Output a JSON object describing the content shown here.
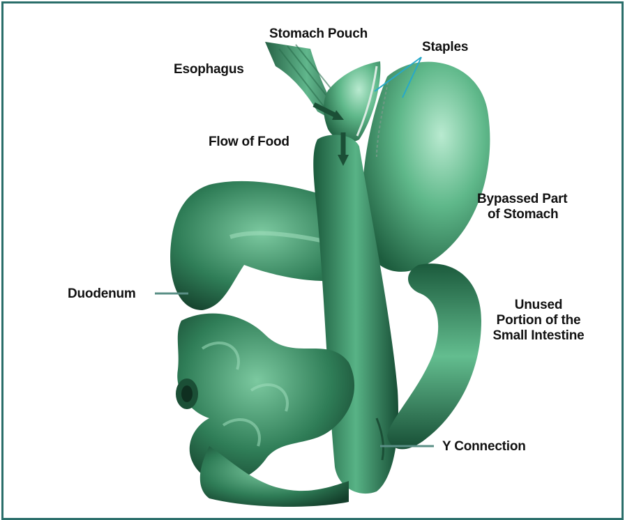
{
  "colors": {
    "frame": "#2a6e6a",
    "organ_dark": "#1c5a3c",
    "organ_mid": "#3e9a6e",
    "organ_light": "#a8e0bf",
    "leader_grey": "#5a8f86",
    "staples_blue": "#27a9c9"
  },
  "labels": {
    "stomach_pouch": "Stomach Pouch",
    "staples": "Staples",
    "esophagus": "Esophagus",
    "flow_of_food": "Flow of Food",
    "bypassed_part_line1": "Bypassed Part",
    "bypassed_part_line2": "of Stomach",
    "duodenum": "Duodenum",
    "unused_line1": "Unused",
    "unused_line2": "Portion of the",
    "unused_line3": "Small Intestine",
    "y_connection": "Y Connection"
  }
}
